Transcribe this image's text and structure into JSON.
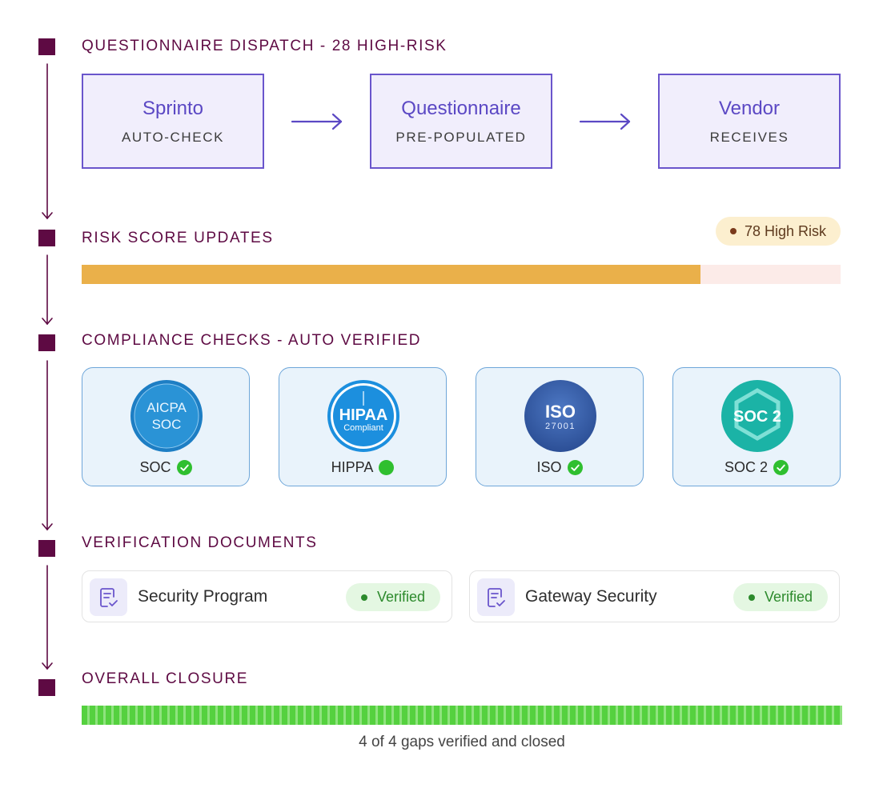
{
  "sections": {
    "dispatch": {
      "title": "QUESTIONNAIRE DISPATCH - 28 HIGH-RISK"
    },
    "risk": {
      "title": "RISK SCORE UPDATES"
    },
    "compliance": {
      "title": "COMPLIANCE CHECKS - AUTO VERIFIED"
    },
    "documents": {
      "title": "VERIFICATION DOCUMENTS"
    },
    "closure": {
      "title": "OVERALL CLOSURE"
    }
  },
  "steps": [
    {
      "title": "Sprinto",
      "subtitle": "AUTO-CHECK"
    },
    {
      "title": "Questionnaire",
      "subtitle": "PRE-POPULATED"
    },
    {
      "title": "Vendor",
      "subtitle": "RECEIVES"
    }
  ],
  "risk": {
    "badge": "78 High Risk",
    "fill_fraction": 0.815,
    "fill_color": "#eab04a",
    "track_color": "#fcebe8"
  },
  "compliance": [
    {
      "label": "SOC",
      "logo_icon": "aicpa-soc-logo-icon",
      "logo_text_1": "AICPA",
      "logo_text_2": "SOC",
      "status_icon": "check-circle-icon"
    },
    {
      "label": "HIPPA",
      "logo_icon": "hipaa-compliant-logo-icon",
      "logo_text_1": "HIPAA",
      "logo_text_2": "Compliant",
      "status_icon": "green-dot-icon"
    },
    {
      "label": "ISO",
      "logo_icon": "iso-27001-logo-icon",
      "logo_text_1": "ISO",
      "logo_text_2": "27001",
      "status_icon": "check-circle-icon"
    },
    {
      "label": "SOC 2",
      "logo_icon": "soc2-logo-icon",
      "logo_text_1": "SOC 2",
      "status_icon": "check-circle-icon"
    }
  ],
  "documents": [
    {
      "label": "Security Program",
      "status": "Verified",
      "icon": "document-check-icon"
    },
    {
      "label": "Gateway Security",
      "status": "Verified",
      "icon": "document-check-icon"
    }
  ],
  "closure": {
    "caption": "4 of 4 gaps verified and closed",
    "fill_fraction": 1.0
  },
  "colors": {
    "accent": "#5e0a43",
    "step_accent": "#6a55cc",
    "success": "#2fbf2f"
  }
}
